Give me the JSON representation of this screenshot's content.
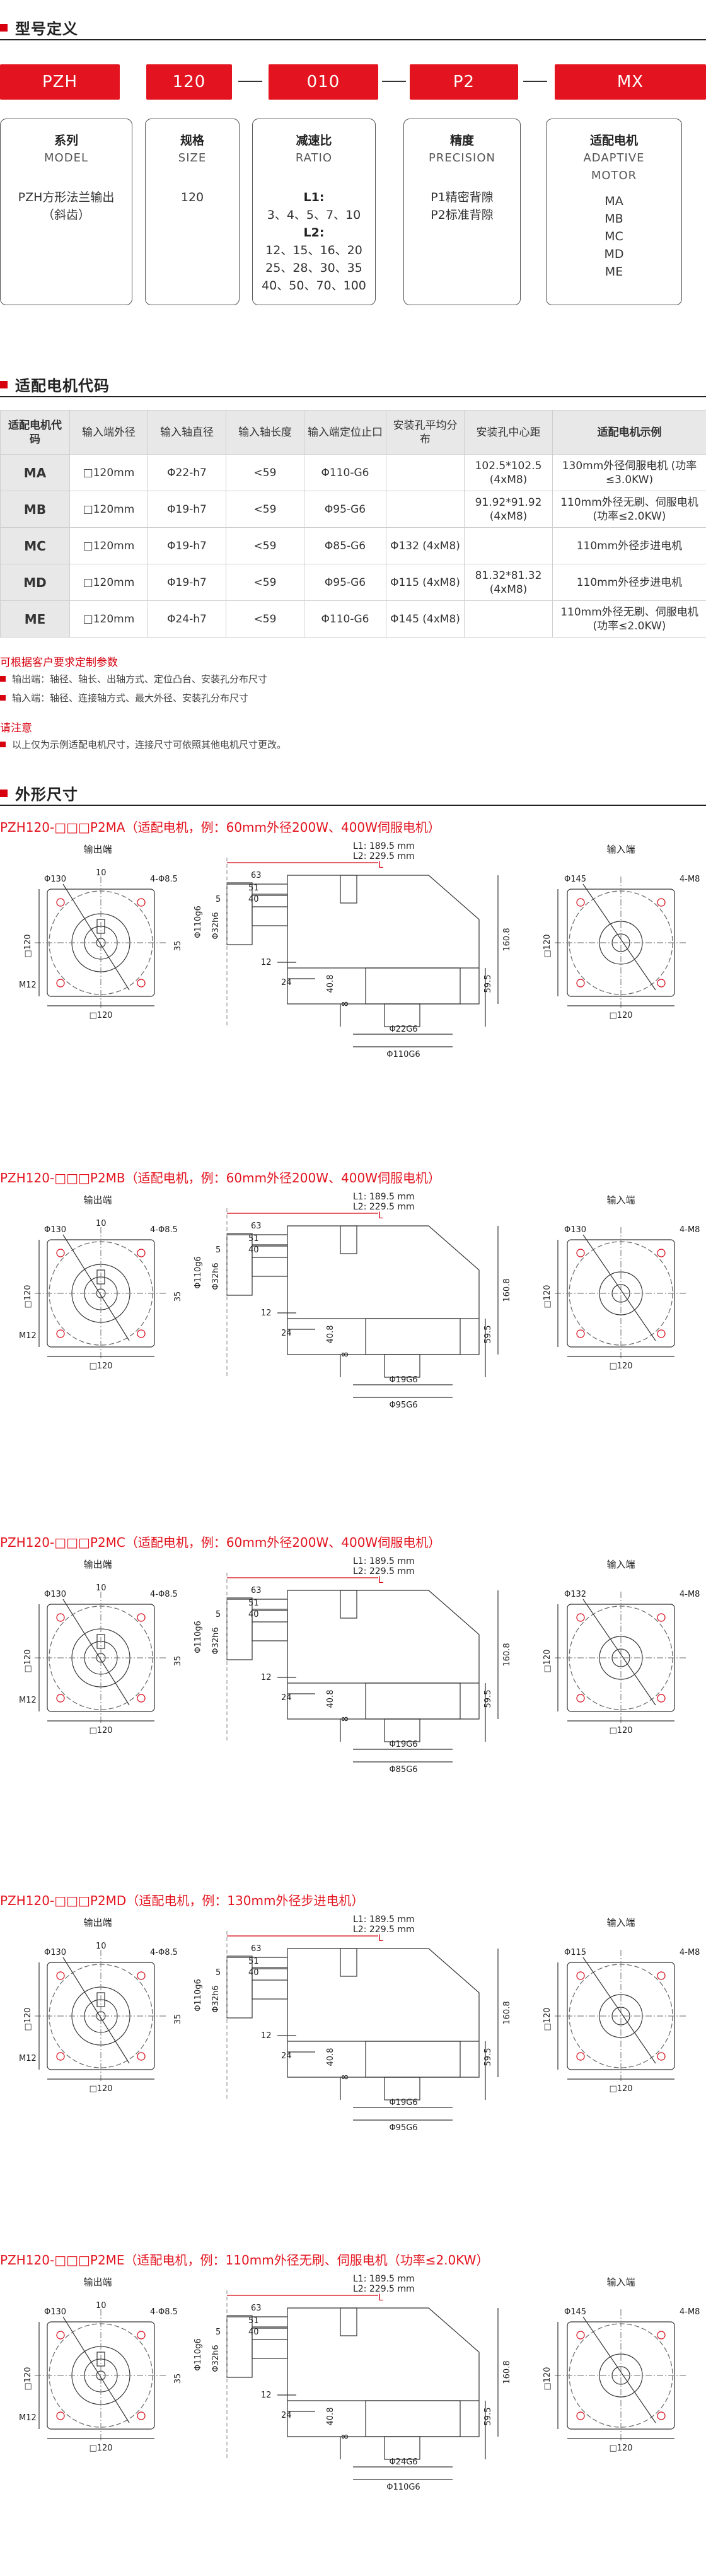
{
  "model_section": {
    "title": "型号定义",
    "codes": [
      "PZH",
      "120",
      "010",
      "P2",
      "MX"
    ],
    "cards": [
      {
        "title_cn": "系列",
        "title_en": "MODEL",
        "lines": [
          "PZH方形法兰输出",
          "（斜齿）"
        ]
      },
      {
        "title_cn": "规格",
        "title_en": "SIZE",
        "lines": [
          "120"
        ]
      },
      {
        "title_cn": "减速比",
        "title_en": "RATIO",
        "l1_label": "L1:",
        "l1": [
          "3、4、5、7、10"
        ],
        "l2_label": "L2:",
        "l2": [
          "12、15、16、20",
          "25、28、30、35",
          "40、50、70、100"
        ]
      },
      {
        "title_cn": "精度",
        "title_en": "PRECISION",
        "lines": [
          "P1精密背隙",
          "P2标准背隙"
        ]
      },
      {
        "title_cn": "适配电机",
        "title_en1": "ADAPTIVE",
        "title_en2": "MOTOR",
        "lines": [
          "MA",
          "MB",
          "MC",
          "MD",
          "ME"
        ]
      }
    ]
  },
  "motor_section": {
    "title": "适配电机代码",
    "headers": [
      "适配电机代码",
      "输入端外径",
      "输入轴直径",
      "输入轴长度",
      "输入端定位止口",
      "安装孔平均分布",
      "安装孔中心距",
      "适配电机示例"
    ],
    "rows": [
      {
        "code": "MA",
        "outer": "□120mm",
        "shaft_d": "Φ22-h7",
        "shaft_l": "<59",
        "spigot": "Φ110-G6",
        "hole_even": "",
        "hole_center": "102.5*102.5 (4xM8)",
        "example": "130mm外径伺服电机 (功率≤3.0KW)"
      },
      {
        "code": "MB",
        "outer": "□120mm",
        "shaft_d": "Φ19-h7",
        "shaft_l": "<59",
        "spigot": "Φ95-G6",
        "hole_even": "",
        "hole_center": "91.92*91.92 (4xM8)",
        "example": "110mm外径无刷、伺服电机(功率≤2.0KW)"
      },
      {
        "code": "MC",
        "outer": "□120mm",
        "shaft_d": "Φ19-h7",
        "shaft_l": "<59",
        "spigot": "Φ85-G6",
        "hole_even": "Φ132 (4xM8)",
        "hole_center": "",
        "example": "110mm外径步进电机"
      },
      {
        "code": "MD",
        "outer": "□120mm",
        "shaft_d": "Φ19-h7",
        "shaft_l": "<59",
        "spigot": "Φ95-G6",
        "hole_even": "Φ115 (4xM8)",
        "hole_center": "81.32*81.32 (4xM8)",
        "example": "110mm外径步进电机"
      },
      {
        "code": "ME",
        "outer": "□120mm",
        "shaft_d": "Φ24-h7",
        "shaft_l": "<59",
        "spigot": "Φ110-G6",
        "hole_even": "Φ145 (4xM8)",
        "hole_center": "",
        "example": "110mm外径无刷、伺服电机(功率≤2.0KW)"
      }
    ],
    "custom_note": "可根据客户要求定制参数",
    "custom_items": [
      "输出端：轴径、轴长、出轴方式、定位凸台、安装孔分布尺寸",
      "输入端：轴径、连接轴方式、最大外径、安装孔分布尺寸"
    ],
    "attention": "请注意",
    "attention_items": [
      "以上仅为示例适配电机尺寸，连接尺寸可依照其他电机尺寸更改。"
    ]
  },
  "dim_section": {
    "title": "外形尺寸",
    "output_label": "输出端",
    "input_label": "输入端",
    "l1": "L1: 189.5  mm",
    "l2": "L2: 229.5  mm",
    "drawings": [
      {
        "title": "PZH120-□□□P2MA（适配电机，例：60mm外径200W、400W伺服电机）",
        "input_circle": "Φ145",
        "shaft": "Φ22G6",
        "spigot": "Φ110G6"
      },
      {
        "title": "PZH120-□□□P2MB（适配电机，例：60mm外径200W、400W伺服电机）",
        "input_circle": "Φ130",
        "shaft": "Φ19G6",
        "spigot": "Φ95G6"
      },
      {
        "title": "PZH120-□□□P2MC（适配电机，例：60mm外径200W、400W伺服电机）",
        "input_circle": "Φ132",
        "shaft": "Φ19G6",
        "spigot": "Φ85G6"
      },
      {
        "title": "PZH120-□□□P2MD（适配电机，例：130mm外径步进电机）",
        "input_circle": "Φ115",
        "shaft": "Φ19G6",
        "spigot": "Φ95G6"
      },
      {
        "title": "PZH120-□□□P2ME（适配电机，例：110mm外径无刷、伺服电机（功率≤2.0KW）",
        "input_circle": "Φ145",
        "shaft": "Φ24G6",
        "spigot": "Φ110G6"
      }
    ],
    "labels": {
      "d130": "Φ130",
      "holes_out": "4-Φ8.5",
      "w10": "10",
      "sq120": "□120",
      "m12": "M12",
      "v35": "35",
      "d110g6": "Φ110g6",
      "d32h6": "Φ32h6",
      "d63": "63",
      "d51": "51",
      "d40": "40",
      "d5": "5",
      "d12": "12",
      "d24": "24",
      "d408": "40.8",
      "d8": "8",
      "d1608": "160.8",
      "d595": "59.5",
      "L": "L",
      "holes_in": "4-M8"
    }
  }
}
